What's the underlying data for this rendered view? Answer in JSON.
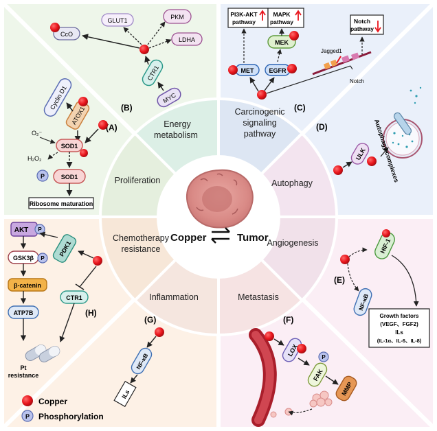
{
  "center": {
    "copper": "Copper",
    "tumor": "Tumor"
  },
  "sectors": [
    {
      "key": "energy",
      "line1": "Energy",
      "line2": "metabolism"
    },
    {
      "key": "carcino",
      "line1": "Carcinogenic",
      "line2": "signaling",
      "line3": "pathway"
    },
    {
      "key": "autophagy",
      "line1": "Autophagy"
    },
    {
      "key": "angio",
      "line1": "Angiogenesis"
    },
    {
      "key": "metastasis",
      "line1": "Metastasis"
    },
    {
      "key": "inflammation",
      "line1": "Inflammation"
    },
    {
      "key": "chemo",
      "line1": "Chemotherapy",
      "line2": "resistance"
    },
    {
      "key": "prolif",
      "line1": "Proliferation"
    }
  ],
  "panels": {
    "A": {
      "letter": "(A)",
      "cyclin": "Cyclin D1",
      "atox1": "ATOX1",
      "o2": "O₂⁻",
      "h2o2": "H₂O₂",
      "sod1_top": "SOD1",
      "sod1_bottom": "SOD1",
      "p": "P",
      "ribosome": "Ribosome maturation"
    },
    "B": {
      "letter": "(B)",
      "glut1": "GLUT1",
      "pkm": "PKM",
      "cco": "CcO",
      "ldha": "LDHA",
      "ctr1": "CTR1",
      "myc": "MYC"
    },
    "C": {
      "letter": "(C)",
      "pi3k": "PI3K-AKT pathway",
      "pi3k_l1": "PI3K-AKT",
      "pi3k_l2": "pathway",
      "mapk_l1": "MAPK",
      "mapk_l2": "pathway",
      "notch_l1": "Notch",
      "notch_l2": "pathway",
      "mek": "MEK",
      "met": "MET",
      "egfr": "EGFR",
      "jagged": "Jagged1",
      "notch": "Notch"
    },
    "D": {
      "letter": "(D)",
      "ulk": "ULK",
      "complexes": "Autophagy complexes"
    },
    "E": {
      "letter": "(E)",
      "hif": "HIF-1",
      "nfkb": "NF-κB",
      "gf_l1": "Growth factors",
      "gf_l2": "(VEGF、FGF2)",
      "gf_l3": "ILs",
      "gf_l4": "(IL-1α、IL-6、IL-8)"
    },
    "F": {
      "letter": "(F)",
      "lox": "LOX",
      "fak": "FAK",
      "mmp": "MMP",
      "p": "P"
    },
    "G": {
      "letter": "(G)",
      "nfkb": "NF-κB",
      "ils": "ILs"
    },
    "H": {
      "letter": "(H)",
      "akt": "AKT",
      "gsk": "GSK3β",
      "catenin": "β-catenin",
      "atp7b": "ATP7B",
      "pdk1": "PDK1",
      "ctr1": "CTR1",
      "pt_l1": "Pt",
      "pt_l2": "resistance",
      "p1": "P",
      "p2": "P"
    }
  },
  "legend": {
    "copper": "Copper",
    "phos": "Phosphorylation",
    "p": "P"
  },
  "colors": {
    "copper_red": "#e8141b",
    "panel_green": "#eef6ea",
    "panel_blue": "#eaf0fa",
    "panel_pink": "#fbeef5",
    "panel_orange": "#fdf1e6",
    "wedge_green": "#dcefe6",
    "wedge_blue": "#dde6f3",
    "wedge_pink": "#f1e1ea",
    "wedge_orange": "#f7e7d8"
  }
}
